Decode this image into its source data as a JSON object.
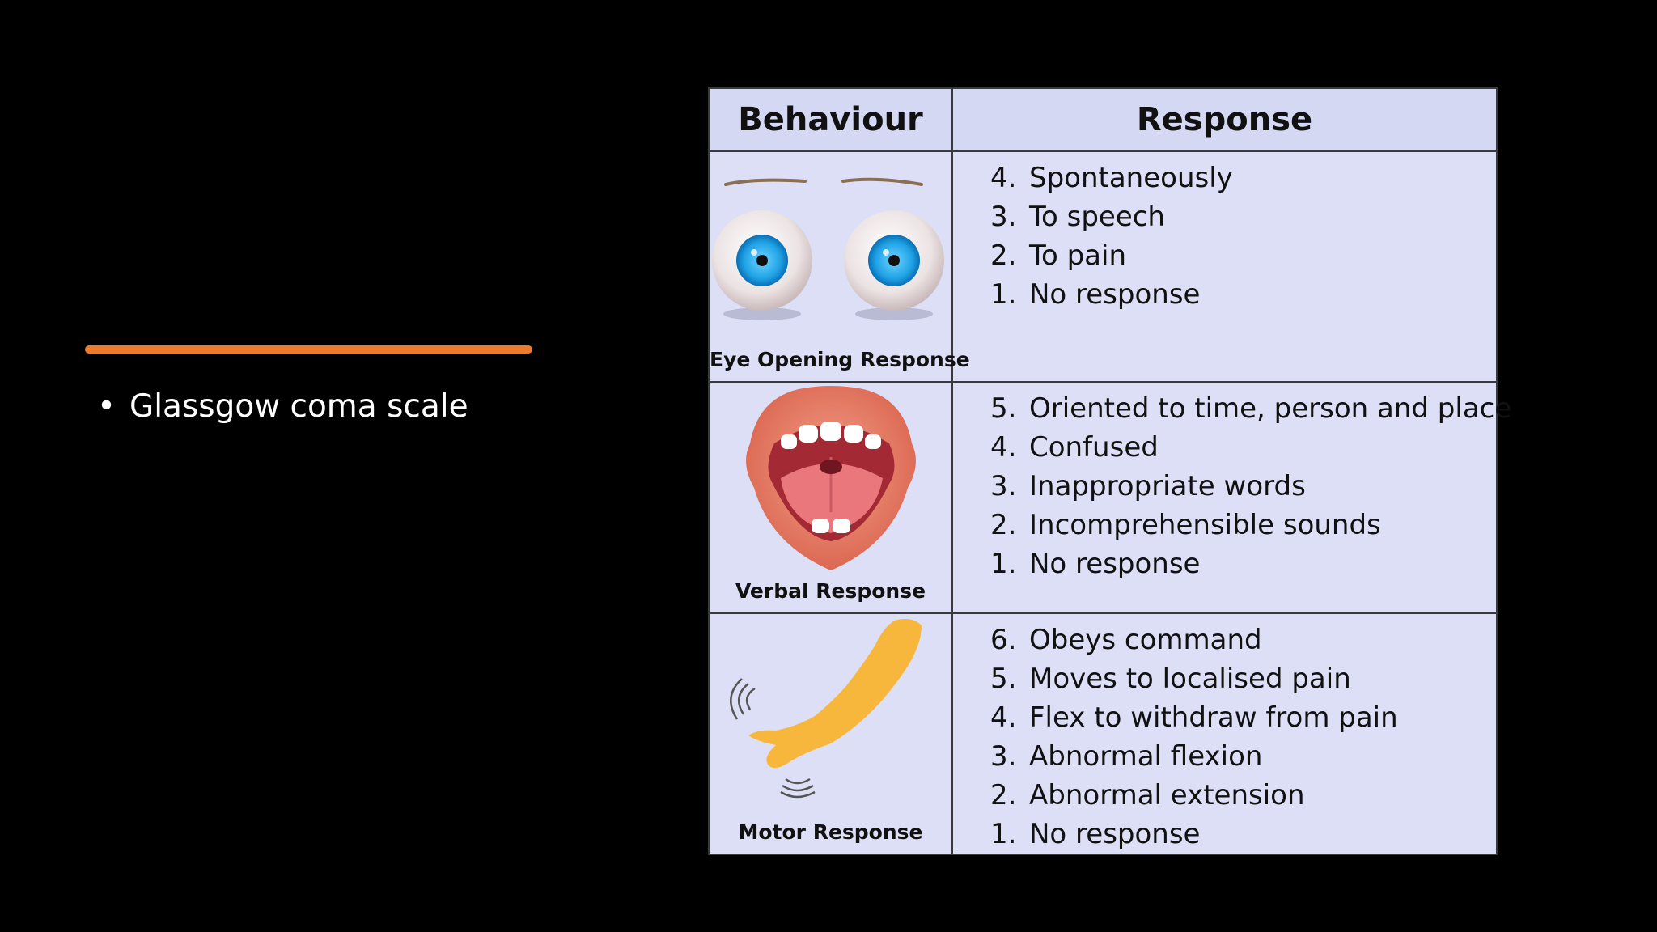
{
  "slide": {
    "bullet_text": "Glassgow coma scale",
    "accent_color": "#ee7a2c"
  },
  "table": {
    "header_color": "#d4d8f2",
    "body_color": "#dcdff5",
    "headers": {
      "behaviour": "Behaviour",
      "response": "Response"
    },
    "rows": [
      {
        "label": "Eye Opening Response",
        "icon": "eyes-icon",
        "responses": [
          {
            "num": "4.",
            "text": "Spontaneously"
          },
          {
            "num": "3.",
            "text": "To speech"
          },
          {
            "num": "2.",
            "text": "To pain"
          },
          {
            "num": "1.",
            "text": "No response"
          }
        ]
      },
      {
        "label": "Verbal Response",
        "icon": "mouth-icon",
        "responses": [
          {
            "num": "5.",
            "text": "Oriented to time, person and place"
          },
          {
            "num": "4.",
            "text": "Confused"
          },
          {
            "num": "3.",
            "text": "Inappropriate words"
          },
          {
            "num": "2.",
            "text": "Incomprehensible sounds"
          },
          {
            "num": "1.",
            "text": "No response"
          }
        ]
      },
      {
        "label": "Motor Response",
        "icon": "arm-icon",
        "responses": [
          {
            "num": "6.",
            "text": "Obeys command"
          },
          {
            "num": "5.",
            "text": "Moves to localised pain"
          },
          {
            "num": "4.",
            "text": "Flex to withdraw from pain"
          },
          {
            "num": "3.",
            "text": "Abnormal flexion"
          },
          {
            "num": "2.",
            "text": "Abnormal extension"
          },
          {
            "num": "1.",
            "text": "No response"
          }
        ]
      }
    ]
  }
}
